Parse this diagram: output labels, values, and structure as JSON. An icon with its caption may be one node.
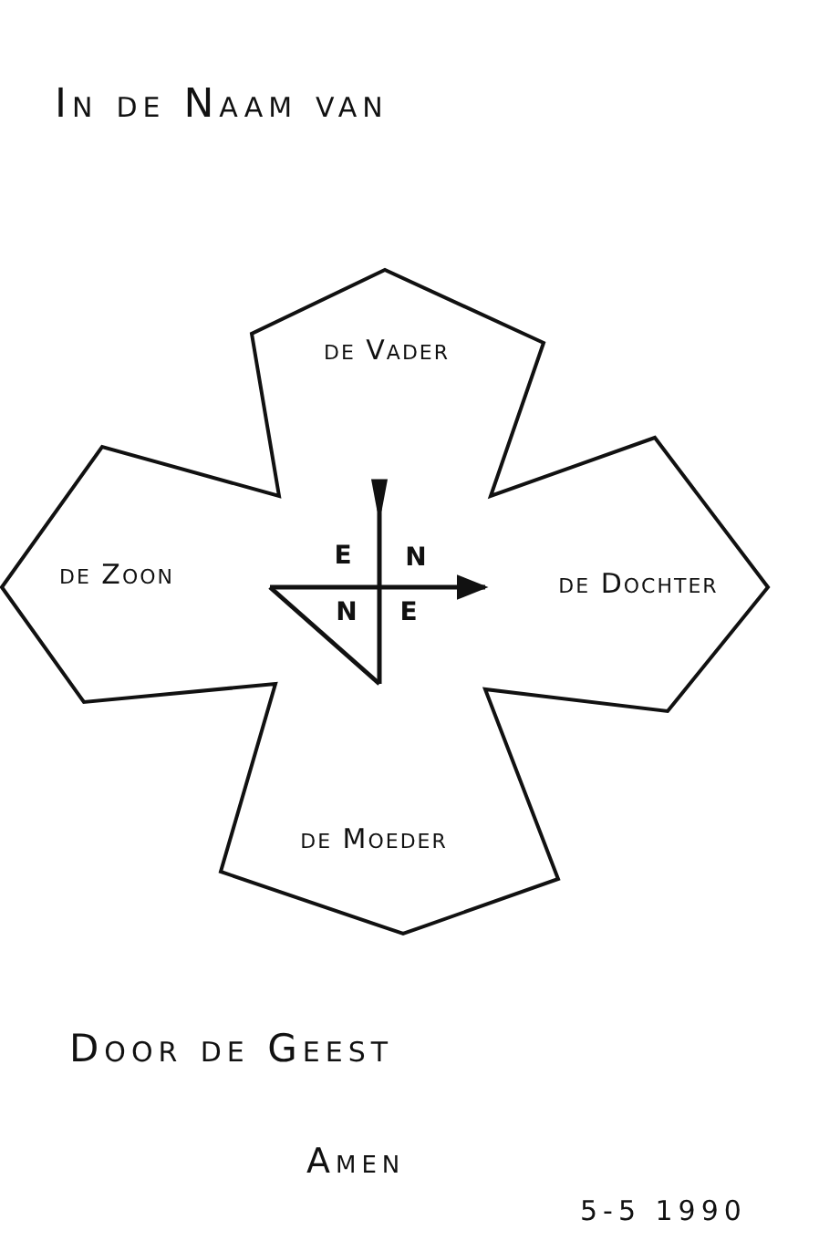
{
  "diagram": {
    "title": "In de Naam van",
    "nodes": [
      {
        "text": [
          "de Vader",
          "de Zoon",
          "de Dochter",
          "de Moeder"
        ]
      }
    ],
    "labels": [
      "E",
      "N",
      "N",
      "E",
      "Door de Geest",
      "Amen",
      "5-5 1990"
    ]
  }
}
